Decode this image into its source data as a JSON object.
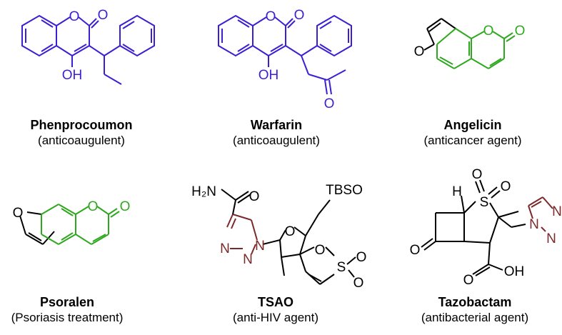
{
  "colors": {
    "coumarin_blue": "#3d1fd1",
    "furocoumarin_green": "#2ea81e",
    "triazole_maroon": "#7a2a2a",
    "black": "#000000"
  },
  "compounds": [
    {
      "name": "Phenprocoumon",
      "description": "(anticoaugulent)"
    },
    {
      "name": "Warfarin",
      "description": "(anticoaugulent)"
    },
    {
      "name": "Angelicin",
      "description": "(anticancer agent)"
    },
    {
      "name": "Psoralen",
      "description": "(Psoriasis treatment)"
    },
    {
      "name": "TSAO",
      "description": "(anti-HIV agent)"
    },
    {
      "name": "Tazobactam",
      "description": "(antibacterial agent)"
    }
  ],
  "atom_labels": {
    "O": "O",
    "OH": "OH",
    "H2N": "H₂N",
    "TBSO": "TBSO",
    "N": "N",
    "S": "S",
    "H": "H"
  }
}
